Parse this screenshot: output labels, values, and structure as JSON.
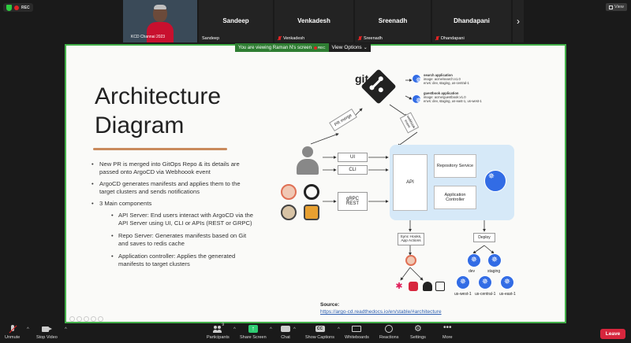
{
  "recording": {
    "label": "REC"
  },
  "view_button": {
    "label": "View"
  },
  "participants_strip": {
    "speaker": {
      "name": "Sandeep",
      "caption": "KCD Channai 2023"
    },
    "tiles": [
      {
        "title": "Sandeep",
        "name": "Sandeep",
        "muted": false
      },
      {
        "title": "Venkadesh",
        "name": "Venkadesh",
        "muted": true
      },
      {
        "title": "Sreenadh",
        "name": "Sreenadh",
        "muted": true
      },
      {
        "title": "Dhandapani",
        "name": "Dhandapani",
        "muted": true
      }
    ],
    "next_icon": "chevron-right-icon"
  },
  "share_banner": {
    "message": "You are viewing Raman N's screen",
    "rec": "REC",
    "options_label": "View Options"
  },
  "slide": {
    "title": "Architecture\nDiagram",
    "bullets": [
      {
        "text": "New PR is merged into GitOps Repo & its details are passed onto ArgoCD via Webhoook event"
      },
      {
        "text": "ArgoCD generates manifests and applies them to the target clusters and sends notifications"
      },
      {
        "text": "3 Main components",
        "sub": [
          "API Server: End users interact with ArgoCD via the API Server using UI, CLI or APIs (REST or GRPC)",
          "Repo Server: Generates manifests based on Git and saves to redis cache",
          "Application controller: Applies the generated manifests to target clusters"
        ]
      }
    ],
    "diagram": {
      "git_label": "git",
      "pr_merge": "PR merge",
      "webhook": "webhook event",
      "search_app": {
        "title": "search application",
        "image": "image: acme/search:v1.0",
        "envs": "envs: dev, staging, us-central-1"
      },
      "guestbook_app": {
        "title": "guestbook application",
        "image": "image: acme/guestbook:v1.0",
        "envs": "envs: dev, staging, us-east-1, us-west-1"
      },
      "ui": "UI",
      "cli": "CLI",
      "grpc": "gRPC",
      "rest": "REST",
      "api": "API",
      "repo_server": "Repository Service",
      "app_controller": "Application Controller",
      "sync_hooks": "Sync Hooks,\nApp Actions",
      "deploy": "Deploy",
      "clusters": {
        "dev": "dev",
        "staging": "staging",
        "us_west": "us-west-1",
        "us_central": "us-central-1",
        "us_east": "us-east-1"
      }
    },
    "source_label": "Source:",
    "source_link": "https://argo-cd.readthedocs.io/en/stable/#architecture"
  },
  "toolbar": {
    "unmute": "Unmute",
    "stop_video": "Stop Video",
    "participants": "Participants",
    "participants_count": "9",
    "share_screen": "Share Screen",
    "chat": "Chat",
    "show_captions": "Show Captions",
    "whiteboards": "Whiteboards",
    "reactions": "Reactions",
    "settings": "Settings",
    "more": "More",
    "leave": "Leave"
  },
  "colors": {
    "share_green": "#43b04a",
    "leave_red": "#d7263d",
    "k8s_blue": "#326ce5",
    "argocd_area": "#d6e9f8"
  }
}
